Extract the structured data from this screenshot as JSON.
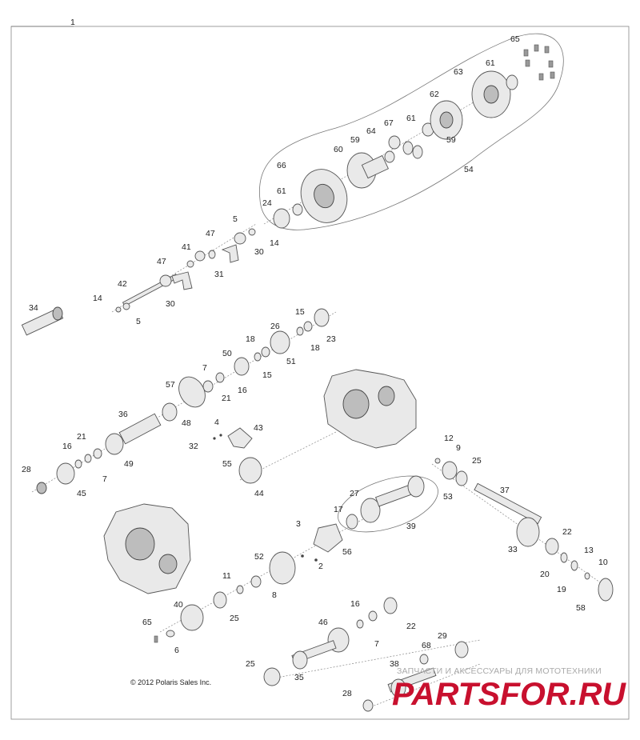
{
  "diagram": {
    "copyright": "© 2012 Polaris Sales Inc.",
    "watermark": {
      "subtitle": "ЗАПЧАСТИ И АКСЕССУАРЫ ДЛЯ МОТОТЕХНИКИ",
      "logo_text": "PARTSFOR.RU",
      "logo_color": "#c8102e"
    },
    "callouts": [
      "1",
      "65",
      "61",
      "63",
      "62",
      "61",
      "59",
      "67",
      "64",
      "59",
      "60",
      "66",
      "61",
      "24",
      "54",
      "5",
      "47",
      "14",
      "30",
      "41",
      "47",
      "31",
      "30",
      "42",
      "14",
      "5",
      "34",
      "15",
      "26",
      "23",
      "18",
      "18",
      "50",
      "51",
      "7",
      "15",
      "16",
      "57",
      "21",
      "48",
      "36",
      "4",
      "43",
      "32",
      "55",
      "16",
      "21",
      "7",
      "49",
      "28",
      "45",
      "44",
      "12",
      "9",
      "25",
      "27",
      "53",
      "37",
      "17",
      "39",
      "3",
      "56",
      "52",
      "2",
      "33",
      "22",
      "13",
      "10",
      "20",
      "19",
      "11",
      "8",
      "58",
      "40",
      "25",
      "65",
      "6",
      "16",
      "22",
      "46",
      "7",
      "29",
      "68",
      "25",
      "35",
      "38",
      "28"
    ]
  }
}
